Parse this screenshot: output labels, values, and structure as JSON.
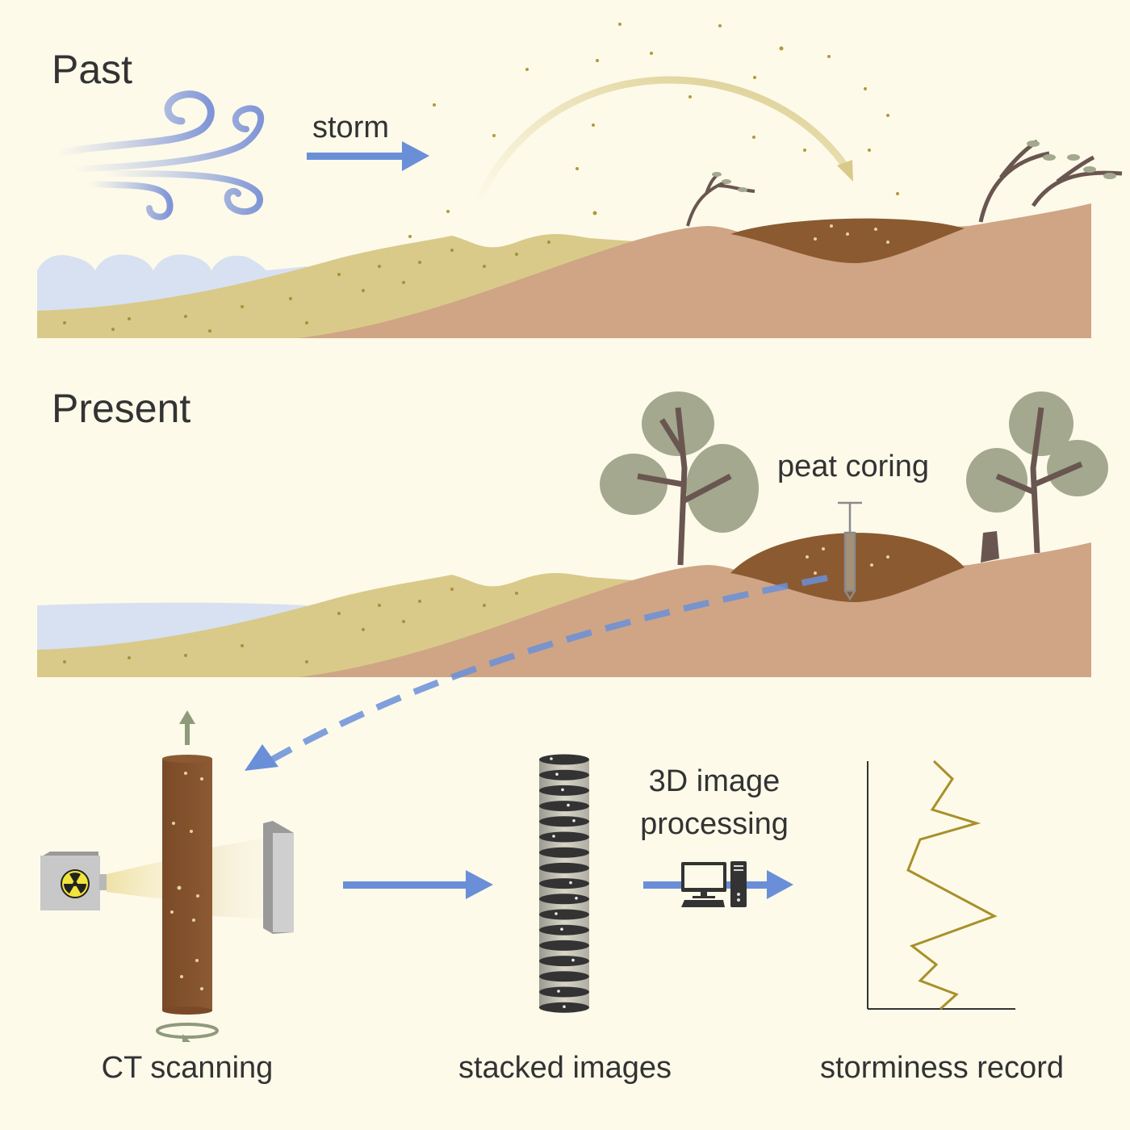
{
  "sections": {
    "past_title": "Past",
    "present_title": "Present"
  },
  "labels": {
    "storm": "storm",
    "peat_coring": "peat coring",
    "processing_line1": "3D image",
    "processing_line2": "processing",
    "ct_scanning": "CT scanning",
    "stacked_images": "stacked images",
    "storminess_record": "storminess record"
  },
  "colors": {
    "background": "#fdfaea",
    "water": "#d8e1f1",
    "sand": "#d9ca8a",
    "land": "#cfa586",
    "peat": "#8b5a30",
    "arrow": "#6a8fd8",
    "record_line": "#a8902a",
    "foliage": "#a3a88e",
    "trunk": "#6a5650"
  }
}
